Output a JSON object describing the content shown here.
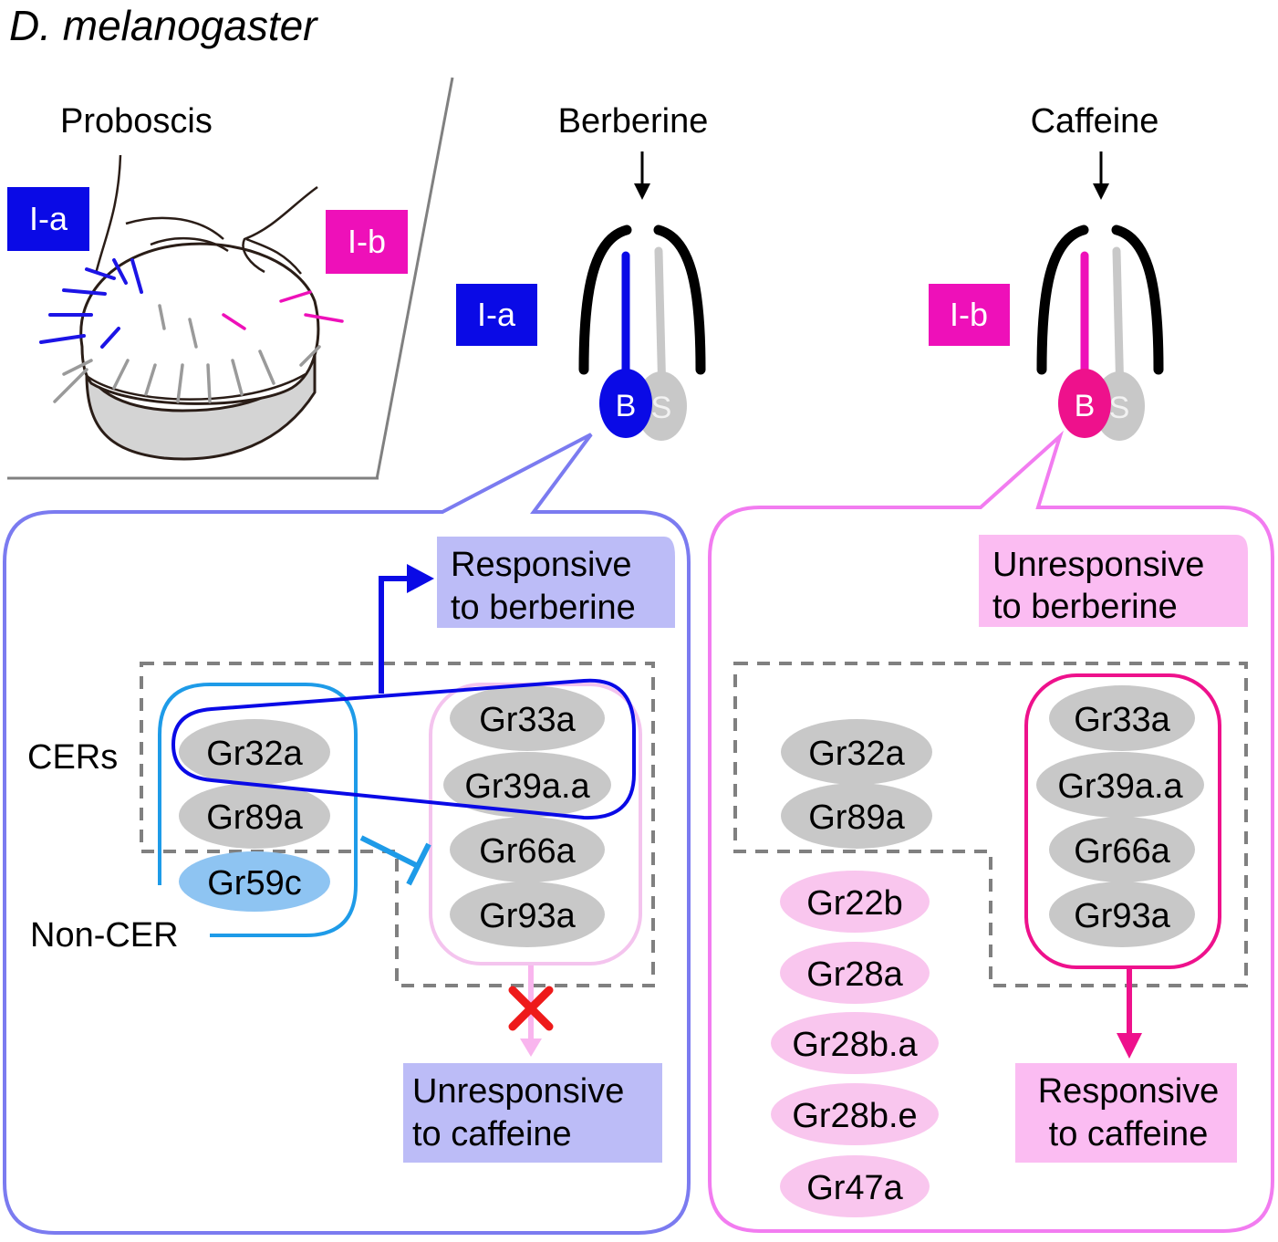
{
  "title": "D. melanogaster",
  "proboscis": {
    "label": "Proboscis",
    "tag_ia": "I-a",
    "tag_ib": "I-b"
  },
  "sensilla": {
    "left": {
      "stimulus": "Berberine",
      "type": "I-a",
      "neuron_b": "B",
      "neuron_s": "S"
    },
    "right": {
      "stimulus": "Caffeine",
      "type": "I-b",
      "neuron_b": "B",
      "neuron_s": "S"
    }
  },
  "left_panel": {
    "top_response": [
      "Responsive",
      "to berberine"
    ],
    "bottom_response": [
      "Unresponsive",
      "to caffeine"
    ],
    "cers_label": "CERs",
    "noncer_label": "Non-CER",
    "genes_left": [
      "Gr32a",
      "Gr89a",
      "Gr59c"
    ],
    "genes_right": [
      "Gr33a",
      "Gr39a.a",
      "Gr66a",
      "Gr93a"
    ]
  },
  "right_panel": {
    "top_response": [
      "Unresponsive",
      "to berberine"
    ],
    "bottom_response": [
      "Responsive",
      "to caffeine"
    ],
    "genes_cer": [
      "Gr32a",
      "Gr89a"
    ],
    "genes_noncer": [
      "Gr22b",
      "Gr28a",
      "Gr28b.a",
      "Gr28b.e",
      "Gr47a"
    ],
    "genes_right": [
      "Gr33a",
      "Gr39a.a",
      "Gr66a",
      "Gr93a"
    ]
  },
  "colors": {
    "ia_blue": "#0a0ae6",
    "ib_magenta": "#ee118c",
    "left_panel_border": "#7b7bf0",
    "right_panel_border": "#f27cf0",
    "light_blue": "#1e9be8",
    "gene_gray": "#c8c8c8",
    "noncer_pink": "#f9c6ee",
    "gr59c_blue": "#8ec4f2",
    "lavender_box": "#bcbcf7",
    "pink_box": "#fbbcf2"
  }
}
